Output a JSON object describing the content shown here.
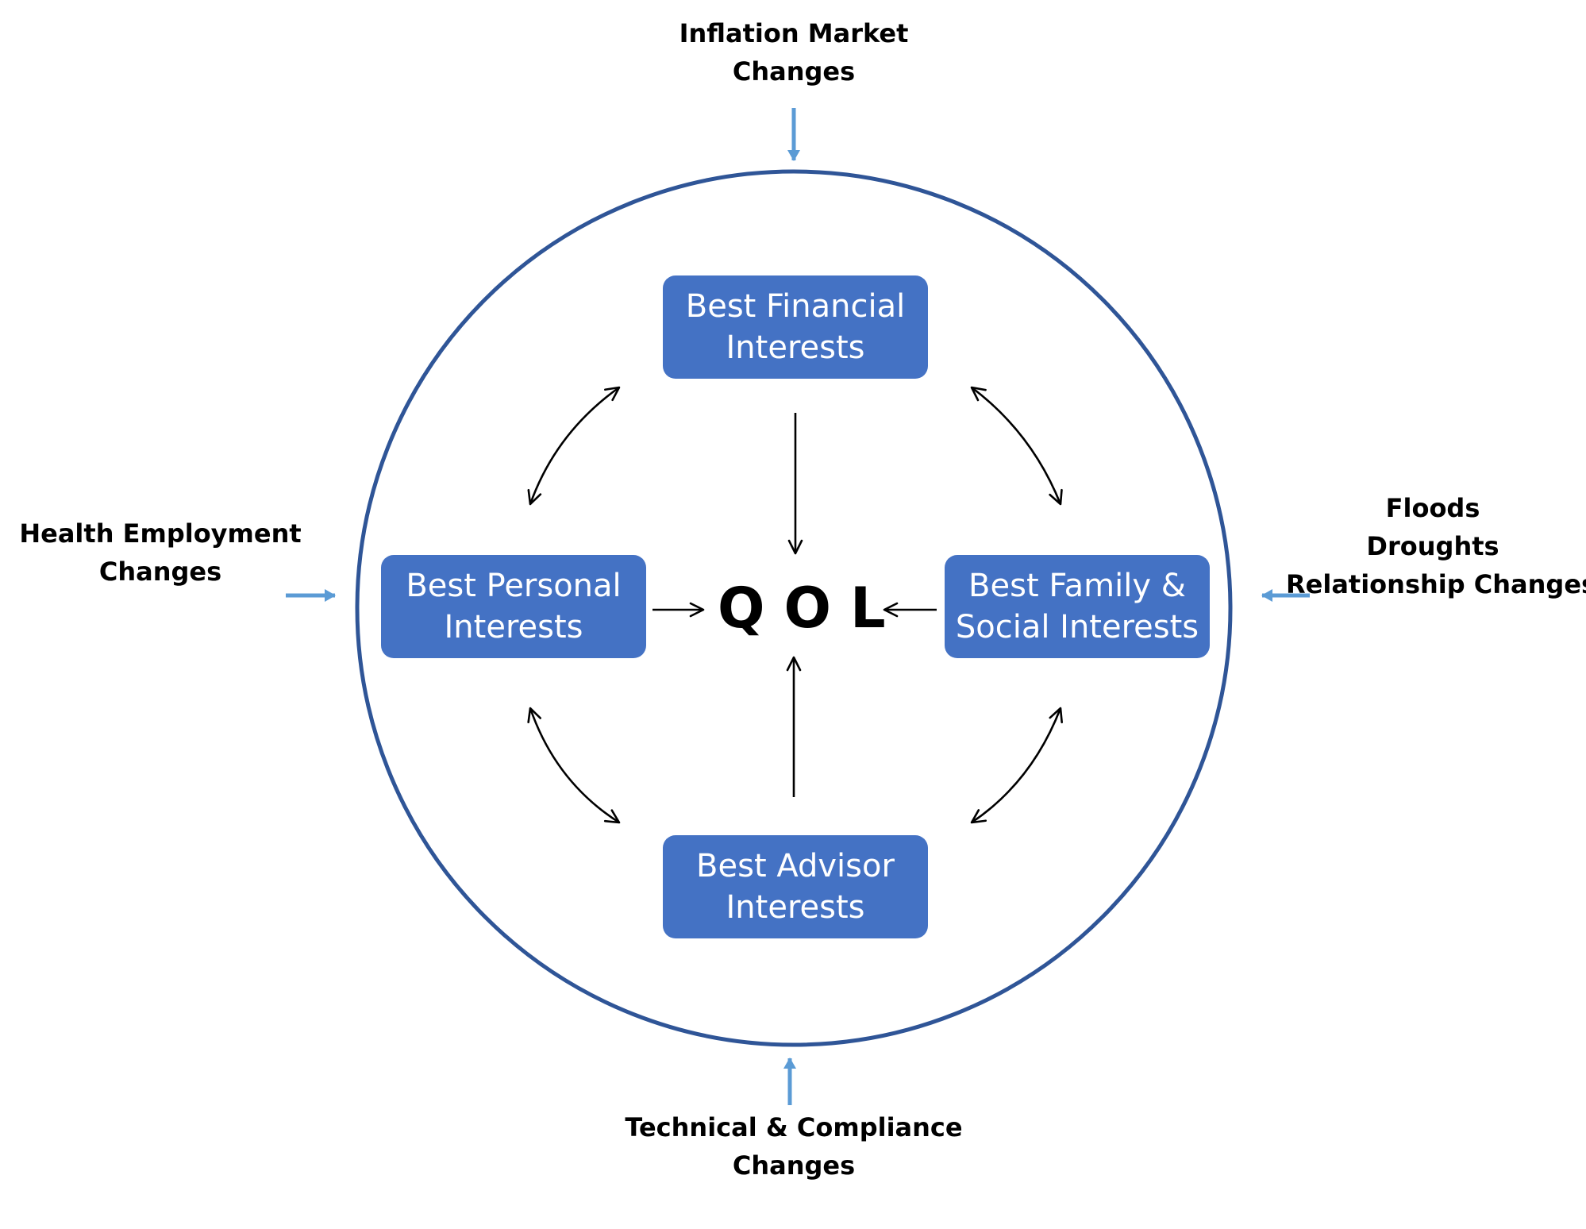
{
  "colors": {
    "node_fill": "#4472c4",
    "circle_stroke": "#2f5597",
    "external_arrow": "#5b9bd5",
    "inner_arrow": "#000000",
    "text_dark": "#000000",
    "text_light": "#ffffff"
  },
  "center": {
    "label": "QOL"
  },
  "nodes": {
    "financial": {
      "line1": "Best Financial",
      "line2": "Interests"
    },
    "personal": {
      "line1": "Best Personal",
      "line2": "Interests"
    },
    "family": {
      "line1": "Best Family &",
      "line2": "Social Interests"
    },
    "advisor": {
      "line1": "Best Advisor",
      "line2": "Interests"
    }
  },
  "external_factors": {
    "top": {
      "line1": "Inflation Market",
      "line2": "Changes"
    },
    "left": {
      "line1": "Health Employment",
      "line2": "Changes"
    },
    "right": {
      "line1": "Floods",
      "line2": "Droughts",
      "line3": "Relationship Changes"
    },
    "bottom": {
      "line1": "Technical & Compliance",
      "line2": "Changes"
    }
  }
}
